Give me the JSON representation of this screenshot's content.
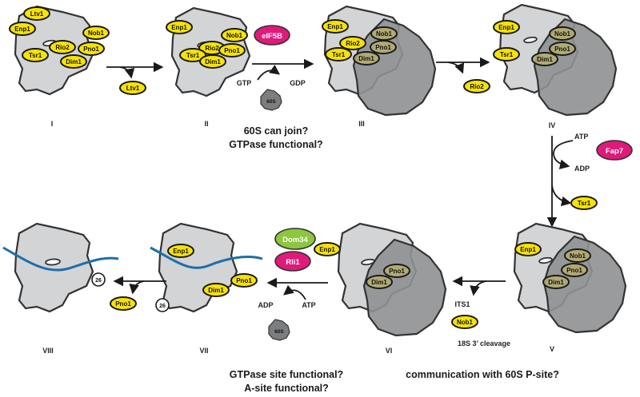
{
  "factors": {
    "enp1": "Enp1",
    "ltv1": "Ltv1",
    "tsr1": "Tsr1",
    "rio2": "Rio2",
    "nob1": "Nob1",
    "pno1": "Pno1",
    "dim1": "Dim1",
    "eif5b": "eIF5B",
    "fap7": "Fap7",
    "dom34": "Dom34",
    "rli1": "Rli1"
  },
  "subunits": {
    "s60": "60S",
    "s26": "26"
  },
  "molecules": {
    "gtp": "GTP",
    "gdp": "GDP",
    "atp": "ATP",
    "adp": "ADP",
    "its1": "ITS1"
  },
  "stages": [
    "I",
    "II",
    "III",
    "IV",
    "V",
    "VI",
    "VII",
    "VIII"
  ],
  "captions": {
    "join_line1": "60S can join?",
    "join_line2": "GTPase functional?",
    "gtpase_line1": "GTPase site functional?",
    "gtpase_line2": "A-site functional?",
    "psite": "communication with 60S P-site?",
    "cleavage": "18S 3’ cleavage"
  },
  "colors": {
    "factor_yellow": "#f7e300",
    "factor_faded": "#b5ad6d",
    "eif5b_fap7_rli1_pink": "#e0197a",
    "dom34_green": "#8dc63f",
    "subunit40_gray": "#d3d4d6",
    "subunit60_gray": "#8f9092",
    "mrna_blue": "#1f6ea8"
  }
}
